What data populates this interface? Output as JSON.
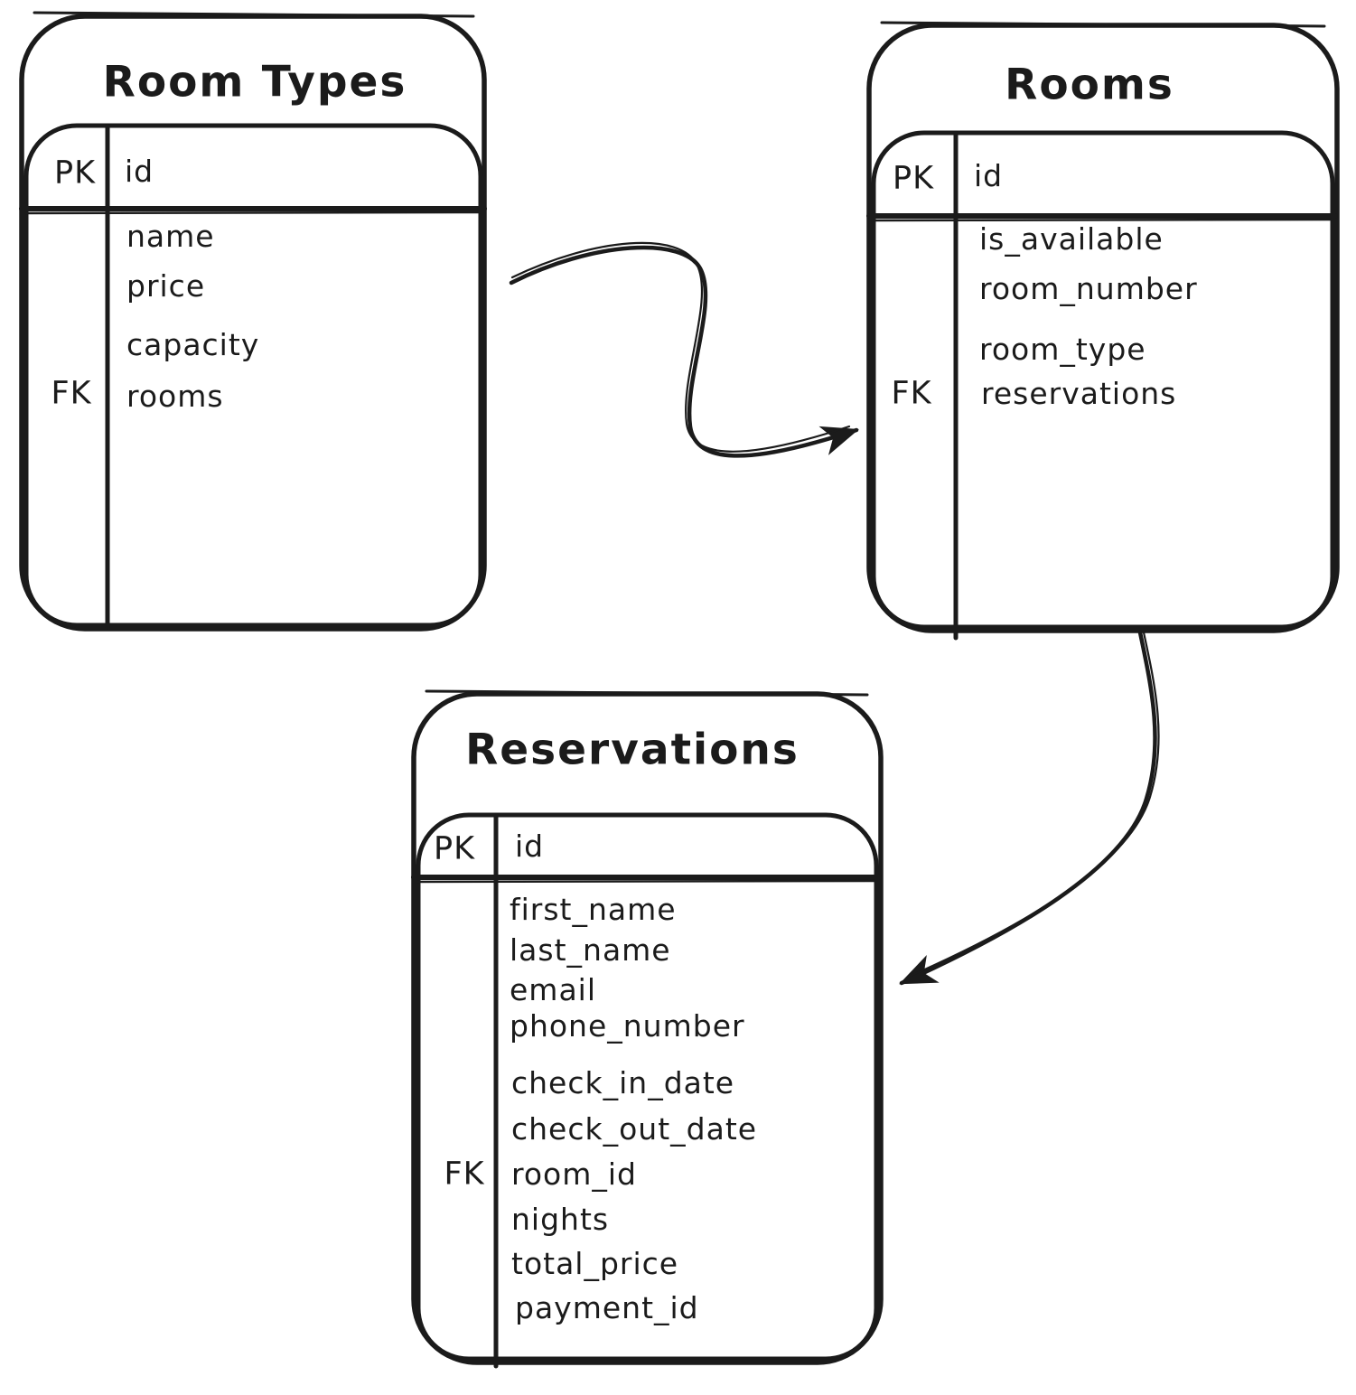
{
  "canvas": {
    "background": "#ffffff",
    "ink": "#1b1b1b"
  },
  "tables": [
    {
      "title": "Room Types",
      "header": {
        "key": "PK",
        "field": "id"
      },
      "rows": [
        {
          "key": "",
          "field": "name"
        },
        {
          "key": "",
          "field": "price"
        },
        {
          "key": "",
          "field": "capacity"
        },
        {
          "key": "FK",
          "field": "rooms"
        }
      ]
    },
    {
      "title": "Rooms",
      "header": {
        "key": "PK",
        "field": "id"
      },
      "rows": [
        {
          "key": "",
          "field": "is_available"
        },
        {
          "key": "",
          "field": "room_number"
        },
        {
          "key": "",
          "field": "room_type"
        },
        {
          "key": "FK",
          "field": "reservations"
        }
      ]
    },
    {
      "title": "Reservations",
      "header": {
        "key": "PK",
        "field": "id"
      },
      "rows": [
        {
          "key": "",
          "field": "first_name"
        },
        {
          "key": "",
          "field": "last_name"
        },
        {
          "key": "",
          "field": "email"
        },
        {
          "key": "",
          "field": "phone_number"
        },
        {
          "key": "",
          "field": "check_in_date"
        },
        {
          "key": "",
          "field": "check_out_date"
        },
        {
          "key": "FK",
          "field": "room_id"
        },
        {
          "key": "",
          "field": "nights"
        },
        {
          "key": "",
          "field": "total_price"
        },
        {
          "key": "",
          "field": "payment_id"
        }
      ]
    }
  ],
  "relations": [
    {
      "from": "Room Types",
      "to": "Rooms"
    },
    {
      "from": "Rooms",
      "to": "Reservations"
    }
  ]
}
